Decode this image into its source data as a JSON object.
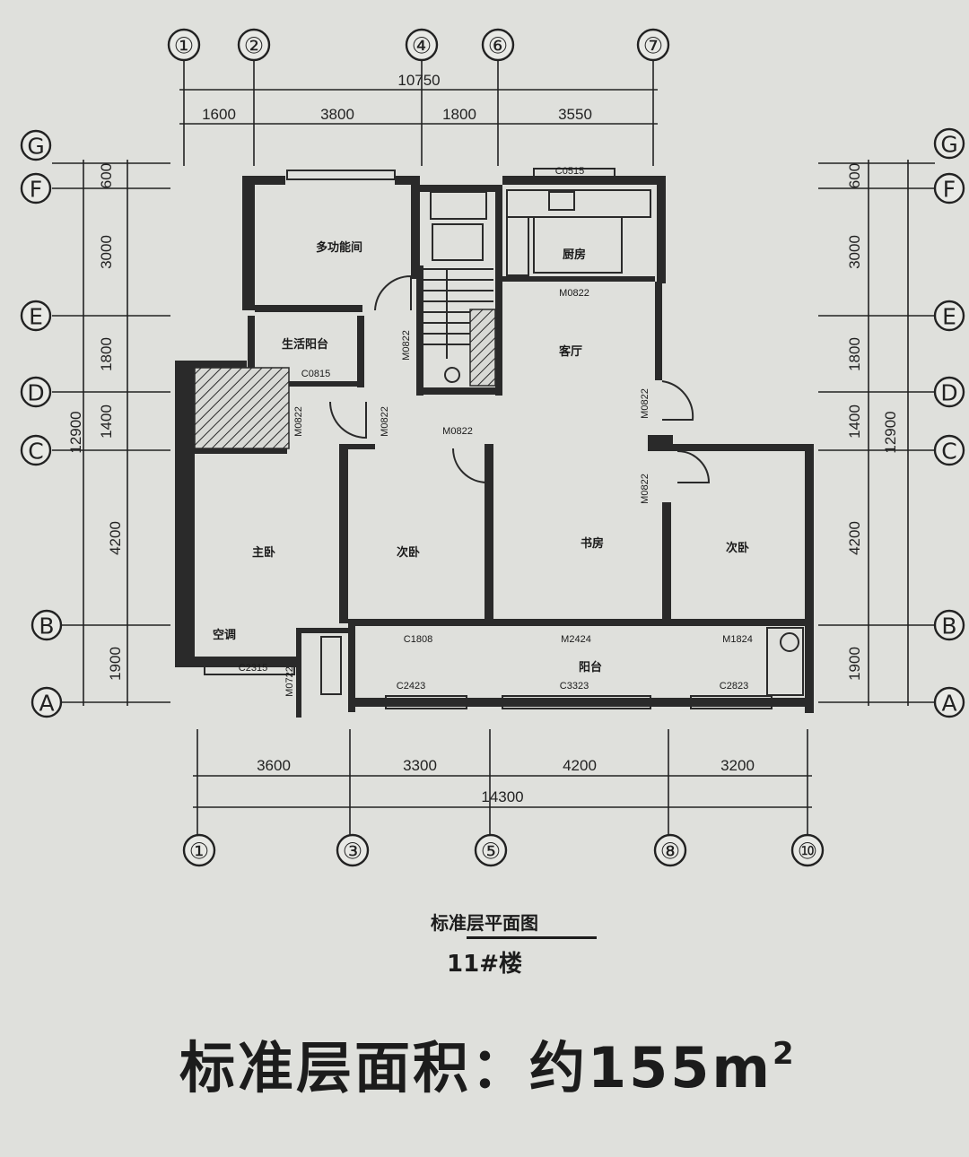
{
  "axes": {
    "top": [
      "①",
      "②",
      "④",
      "⑥",
      "⑦"
    ],
    "bottom": [
      "①",
      "③",
      "⑤",
      "⑧",
      "⑩"
    ],
    "left": [
      "G",
      "F",
      "E",
      "D",
      "C",
      "B",
      "A"
    ],
    "right": [
      "G",
      "F",
      "E",
      "D",
      "C",
      "B",
      "A"
    ]
  },
  "dimensions": {
    "top_total": "10750",
    "top_segments": [
      "1600",
      "3800",
      "1800",
      "3550"
    ],
    "bottom_segments": [
      "3600",
      "3300",
      "4200",
      "3200"
    ],
    "bottom_total": "14300",
    "left_segments": [
      "600",
      "3000",
      "1800",
      "1400",
      "4200",
      "1900"
    ],
    "left_total": "12900",
    "right_segments": [
      "600",
      "3000",
      "1800",
      "1400",
      "4200",
      "1900"
    ],
    "right_total": "12900"
  },
  "rooms": {
    "multi_room": "多功能间",
    "kitchen": "厨房",
    "living": "客厅",
    "utility_balcony": "生活阳台",
    "master": "主卧",
    "bed2": "次卧",
    "study": "书房",
    "bed3": "次卧",
    "balcony": "阳台",
    "aircon": "空调"
  },
  "tags": {
    "c0515": "C0515",
    "m0822_kitchen": "M0822",
    "c0815": "C0815",
    "m0822_a": "M0822",
    "m0822_b": "M0822",
    "m0822_c": "M0822",
    "m0822_d": "M0822",
    "m0822_e": "M0822",
    "m0822_f": "M0822",
    "c1808": "C1808",
    "m2424": "M2424",
    "m1824": "M1824",
    "c2423": "C2423",
    "c3323": "C3323",
    "c2823": "C2823",
    "c2315": "C2315",
    "m0722": "M0722"
  },
  "caption": {
    "title": "标准层平面图",
    "building": "11#楼",
    "area_label": "标准层面积：约155m",
    "area_sup": "2"
  }
}
